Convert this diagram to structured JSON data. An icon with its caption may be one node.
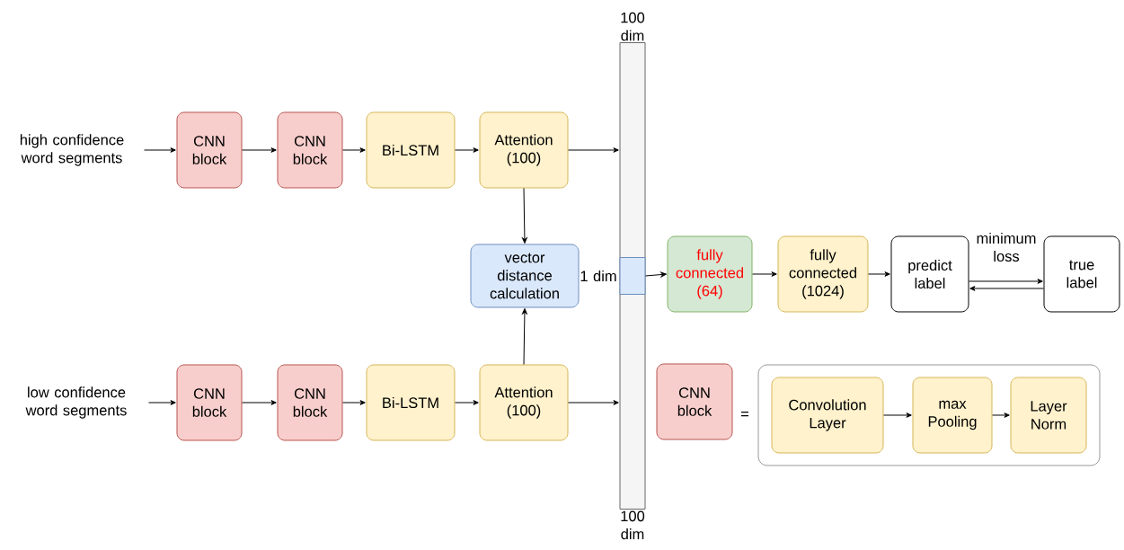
{
  "diagram": {
    "nodes": [
      {
        "text": [
          "high confidence word segments"
        ]
      },
      {
        "text": [
          "CNN block"
        ]
      },
      {
        "text": [
          "CNN block"
        ]
      },
      {
        "text": [
          "Bi-LSTM"
        ]
      },
      {
        "text": [
          "Attention (100)"
        ]
      },
      {
        "text": [
          "low confidence word segments"
        ]
      },
      {
        "text": [
          "CNN block"
        ]
      },
      {
        "text": [
          "CNN block"
        ]
      },
      {
        "text": [
          "Bi-LSTM"
        ]
      },
      {
        "text": [
          "Attention (100)"
        ]
      },
      {
        "text": [
          "vector distance calculation"
        ]
      },
      {
        "text": [],
        "shape": "bar",
        "beside": [
          "100 dim",
          "100 dim"
        ]
      },
      {
        "text": [],
        "shape": "bar",
        "in": 11,
        "beside": [
          "1 dim"
        ]
      },
      {
        "text": [
          "fully connected (64)"
        ]
      },
      {
        "text": [
          "fully connected (1024)"
        ]
      },
      {
        "text": [
          "predict label"
        ]
      },
      {
        "text": [
          "true label"
        ]
      },
      {
        "text": [
          "CNN block"
        ]
      },
      {
        "text": [],
        "shape": "box"
      },
      {
        "text": [
          "Convolution Layer"
        ],
        "in": 18
      },
      {
        "text": [
          "max Pooling"
        ],
        "in": 18
      },
      {
        "text": [
          "Layer Norm"
        ],
        "in": 18
      }
    ],
    "edges": [
      {
        "from": 0,
        "to": 1,
        "arrow": "to"
      },
      {
        "from": 1,
        "to": 2,
        "arrow": "to"
      },
      {
        "from": 2,
        "to": 3,
        "arrow": "to"
      },
      {
        "from": 3,
        "to": 4,
        "arrow": "to"
      },
      {
        "from": 4,
        "to": 11,
        "arrow": "to"
      },
      {
        "from": 5,
        "to": 6,
        "arrow": "to"
      },
      {
        "from": 6,
        "to": 7,
        "arrow": "to"
      },
      {
        "from": 7,
        "to": 8,
        "arrow": "to"
      },
      {
        "from": 8,
        "to": 9,
        "arrow": "to"
      },
      {
        "from": 9,
        "to": 11,
        "arrow": "to"
      },
      {
        "from": 4,
        "to": 10,
        "arrow": "to"
      },
      {
        "from": 9,
        "to": 10,
        "arrow": "to"
      },
      {
        "from": 12,
        "to": 13,
        "arrow": "to"
      },
      {
        "from": 13,
        "to": 14,
        "arrow": "to"
      },
      {
        "from": 14,
        "to": 15,
        "arrow": "to"
      },
      {
        "from": 15,
        "to": 16,
        "label": "minimum loss",
        "arrow": "to"
      },
      {
        "from": 16,
        "to": 15,
        "arrow": "to"
      },
      {
        "from": 19,
        "to": 20,
        "arrow": "to"
      },
      {
        "from": 20,
        "to": 21,
        "arrow": "to"
      }
    ],
    "labels": [
      "="
    ]
  }
}
